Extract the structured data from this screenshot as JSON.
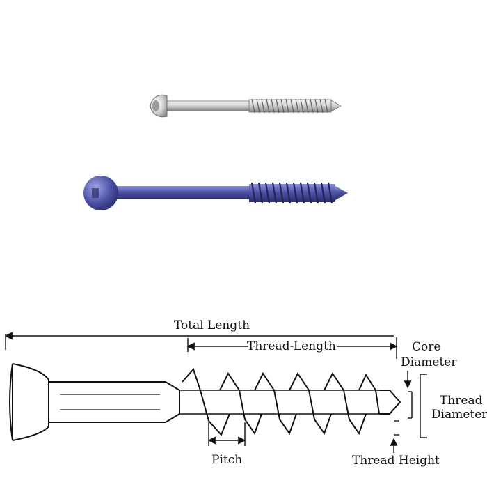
{
  "labels": {
    "total_length": "Total Length",
    "thread_length": "Thread Length",
    "core_diameter_line1": "Core",
    "core_diameter_line2": "Diameter",
    "thread_diameter_line1": "Thread",
    "thread_diameter_line2": "Diameter",
    "pitch": "Pitch",
    "thread_height": "Thread Height"
  },
  "colors": {
    "silver_screw": "#c9c9c9",
    "blue_screw": "#4a4f9c",
    "line_art": "#111111"
  }
}
